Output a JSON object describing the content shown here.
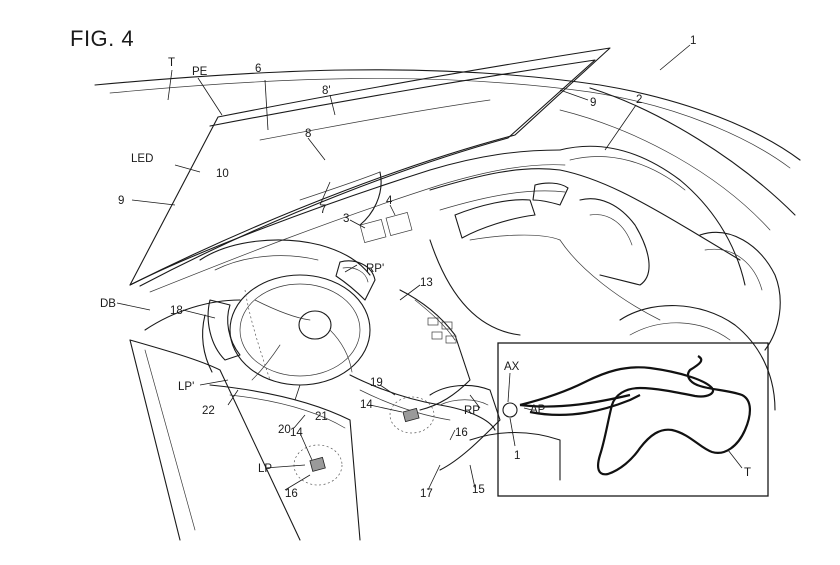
{
  "figure": {
    "title": "FIG. 4"
  },
  "labels": {
    "l1": "1",
    "l2": "2",
    "l3": "3",
    "l4": "4",
    "l6": "6",
    "l7": "7",
    "l8": "8",
    "l8p": "8'",
    "l9a": "9",
    "l9b": "9",
    "l10": "10",
    "l13": "13",
    "l14a": "14",
    "l14b": "14",
    "l15": "15",
    "l16a": "16",
    "l16b": "16",
    "l17": "17",
    "l18": "18",
    "l19": "19",
    "l20": "20",
    "l21": "21",
    "l22": "22",
    "T": "T",
    "PE": "PE",
    "LED": "LED",
    "DB": "DB",
    "RPp": "RP'",
    "LPp": "LP'",
    "LP": "LP",
    "RP": "RP"
  },
  "inset": {
    "AX": "AX",
    "AP": "AP",
    "num": "1",
    "T": "T"
  }
}
